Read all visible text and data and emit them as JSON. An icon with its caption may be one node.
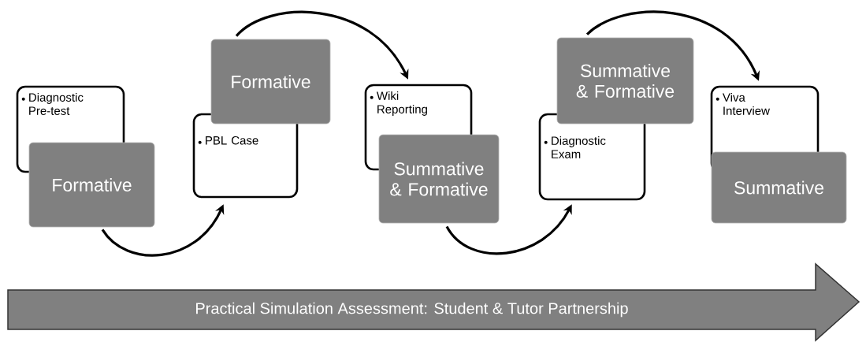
{
  "diagram": {
    "nodes": [
      {
        "text": [
          "Diagnostic Pre-test"
        ]
      },
      {
        "text": [
          "Formative"
        ]
      },
      {
        "text": [
          "PBL Case"
        ]
      },
      {
        "text": [
          "Formative"
        ]
      },
      {
        "text": [
          "Wiki Reporting"
        ]
      },
      {
        "text": [
          "Summative & Formative"
        ]
      },
      {
        "text": [
          "Diagnostic Exam"
        ]
      },
      {
        "text": [
          "Summative & Formative"
        ]
      },
      {
        "text": [
          "Viva Interview"
        ]
      },
      {
        "text": [
          "Summative"
        ]
      },
      {
        "text": [
          "Practical Simulation Assessment: Student & Tutor Partnership"
        ]
      }
    ],
    "edges": [
      {
        "from": 1,
        "to": 2,
        "arrow": "to"
      },
      {
        "from": 3,
        "to": 4,
        "arrow": "to"
      },
      {
        "from": 5,
        "to": 6,
        "arrow": "to"
      },
      {
        "from": 7,
        "to": 8,
        "arrow": "to"
      }
    ]
  }
}
